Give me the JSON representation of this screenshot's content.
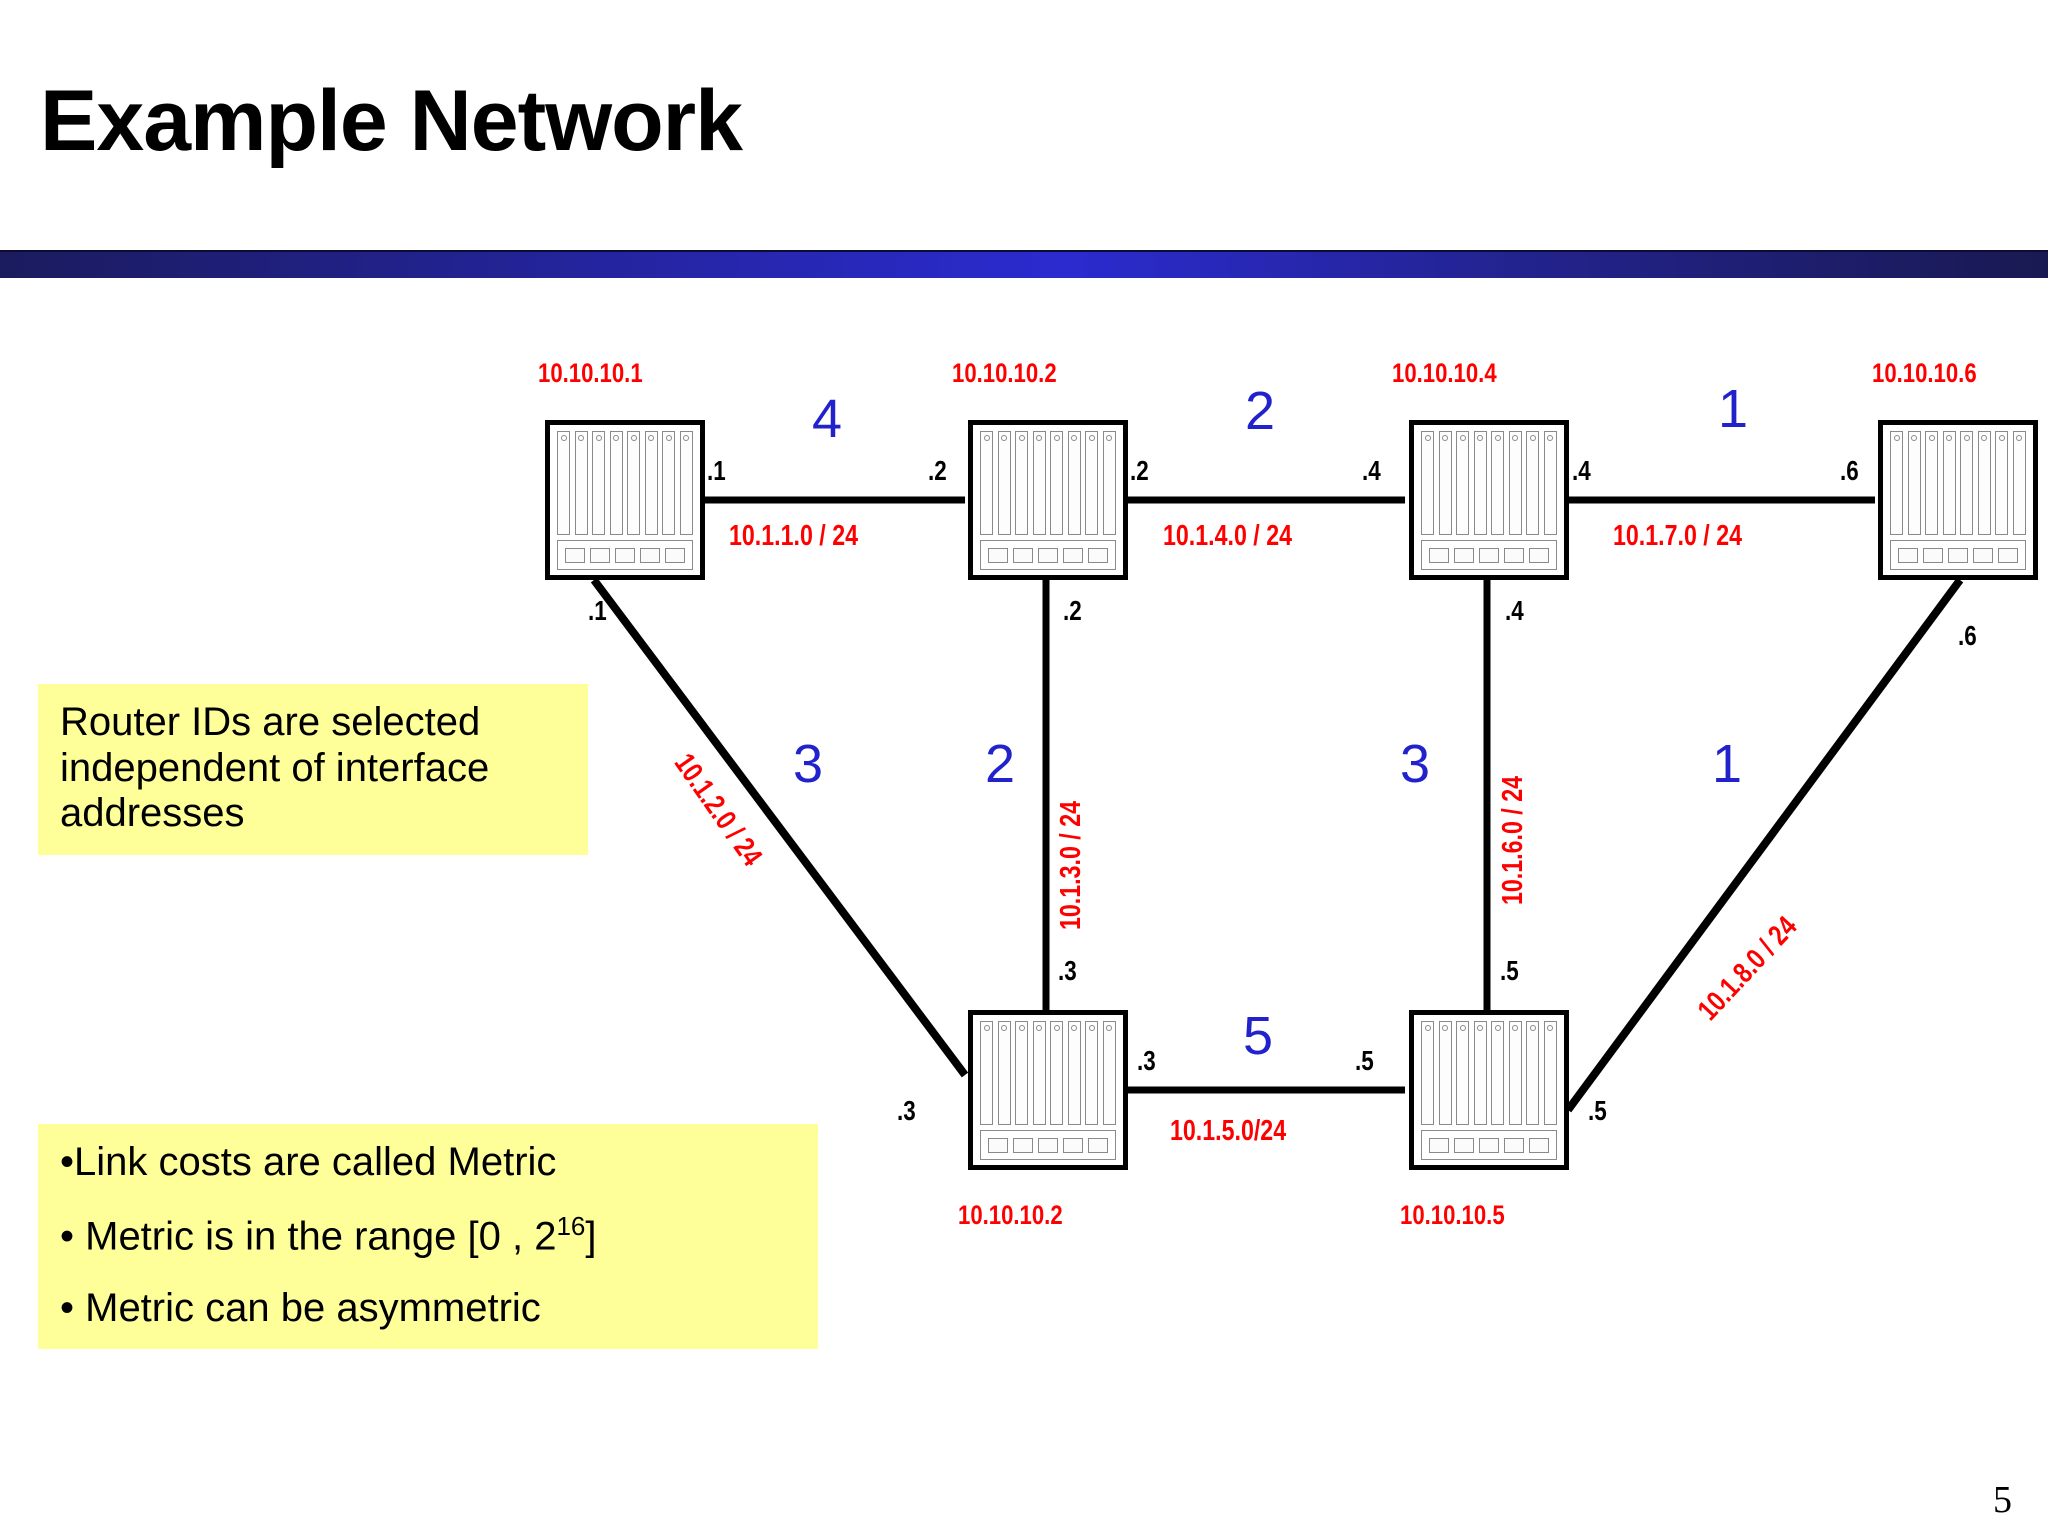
{
  "slide": {
    "title": "Example Network",
    "page_number": "5",
    "header_band_color": "#2b2bd0",
    "note_background": "#ffff99",
    "router_id_color": "#ff0000",
    "subnet_color": "#ff0000",
    "metric_color": "#2222cc",
    "interface_color": "#000000"
  },
  "notes": {
    "router_ids": "Router IDs are selected independent of interface addresses",
    "metrics": {
      "bullet1": "•Link costs are called Metric",
      "bullet2_pre": "• Metric is in the range [0 , 2",
      "bullet2_sup": "16",
      "bullet2_post": "]",
      "bullet3": "• Metric can be asymmetric"
    }
  },
  "topology": {
    "routers": [
      {
        "name": "router-top-1",
        "id_label": "10.10.10.1"
      },
      {
        "name": "router-top-2",
        "id_label": "10.10.10.2"
      },
      {
        "name": "router-top-3",
        "id_label": "10.10.10.4"
      },
      {
        "name": "router-top-4",
        "id_label": "10.10.10.6"
      },
      {
        "name": "router-bottom-1",
        "id_label": "10.10.10.2"
      },
      {
        "name": "router-bottom-2",
        "id_label": "10.10.10.5"
      }
    ],
    "links": [
      {
        "name": "link-top-1-2",
        "subnet": "10.1.1.0 / 24",
        "metric": "4",
        "if_left": ".1",
        "if_right": ".2"
      },
      {
        "name": "link-top-2-3",
        "subnet": "10.1.4.0 / 24",
        "metric": "2",
        "if_left": ".2",
        "if_right": ".4"
      },
      {
        "name": "link-top-3-4",
        "subnet": "10.1.7.0 / 24",
        "metric": "1",
        "if_left": ".4",
        "if_right": ".6"
      },
      {
        "name": "link-diag-left",
        "subnet": "10.1.2.0 / 24",
        "metric": "3",
        "if_left": ".1",
        "if_right": ".3"
      },
      {
        "name": "link-vert-middle",
        "subnet": "10.1.3.0 / 24",
        "metric": "2",
        "if_left": ".2",
        "if_right": ".3"
      },
      {
        "name": "link-vert-right",
        "subnet": "10.1.6.0 / 24",
        "metric": "3",
        "if_left": ".4",
        "if_right": ".5"
      },
      {
        "name": "link-diag-right",
        "subnet": "10.1.8.0 / 24",
        "metric": "1",
        "if_left": ".6",
        "if_right": ".5"
      },
      {
        "name": "link-bottom-1-2",
        "subnet": "10.1.5.0/24",
        "metric": "5",
        "if_left": ".3",
        "if_right": ".5"
      }
    ]
  }
}
